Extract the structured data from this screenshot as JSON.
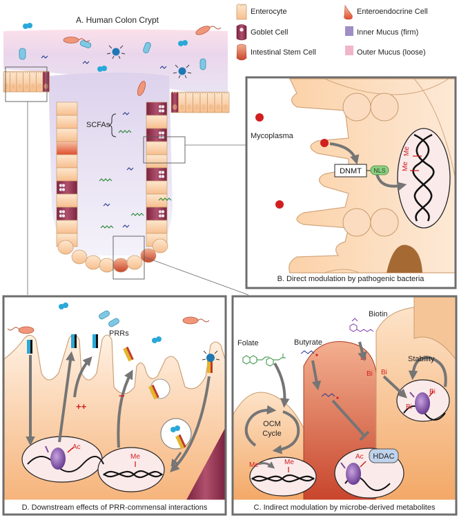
{
  "panel_a": {
    "title": "A. Human Colon Crypt",
    "scfa_label": "SCFAs"
  },
  "legend": {
    "items": [
      {
        "label": "Enterocyte",
        "icon": "enterocyte-icon"
      },
      {
        "label": "Enteroendocrine Cell",
        "icon": "enteroendocrine-icon"
      },
      {
        "label": "Goblet Cell",
        "icon": "goblet-icon"
      },
      {
        "label": "Inner Mucus (firm)",
        "icon": "inner-mucus-swatch",
        "color": "#9f8fc4"
      },
      {
        "label": "Intestinal Stem Cell",
        "icon": "stem-cell-icon"
      },
      {
        "label": "Outer Mucus (loose)",
        "icon": "outer-mucus-swatch",
        "color": "#f2b4cb"
      }
    ]
  },
  "panel_b": {
    "caption": "B. Direct modulation by pathogenic bacteria",
    "mycoplasma": "Mycoplasma",
    "dnmt": "DNMT",
    "nls": "NLS",
    "me": "Me"
  },
  "panel_c": {
    "caption": "C. Indirect modulation by microbe-derived metabolites",
    "folate": "Folate",
    "butyrate": "Butyrate",
    "biotin": "Biotin",
    "stability": "Stability",
    "ocm_cycle_line1": "OCM",
    "ocm_cycle_line2": "Cycle",
    "hdac": "HDAC",
    "ac": "Ac",
    "me": "Me",
    "bi": "Bi"
  },
  "panel_d": {
    "caption": "D. Downstream effects of PRR-commensal interactions",
    "prrs": "PRRs",
    "plus": "++",
    "minus": "−",
    "ac": "Ac",
    "me": "Me"
  },
  "colors": {
    "cell_fill": "#fbd9b8",
    "cell_stroke": "#c79a6d",
    "goblet": "#8e3552",
    "endocrine": "#e3603f",
    "panel_border": "#6d6d6d",
    "label_red": "#d11f1f",
    "arrow_gray": "#777777",
    "chromatin_purple": "#7a4a9e",
    "nls_green": "#8fcf84",
    "hdac_blue": "#bfd3ec",
    "nucleus_fill": "#fbeaea"
  }
}
